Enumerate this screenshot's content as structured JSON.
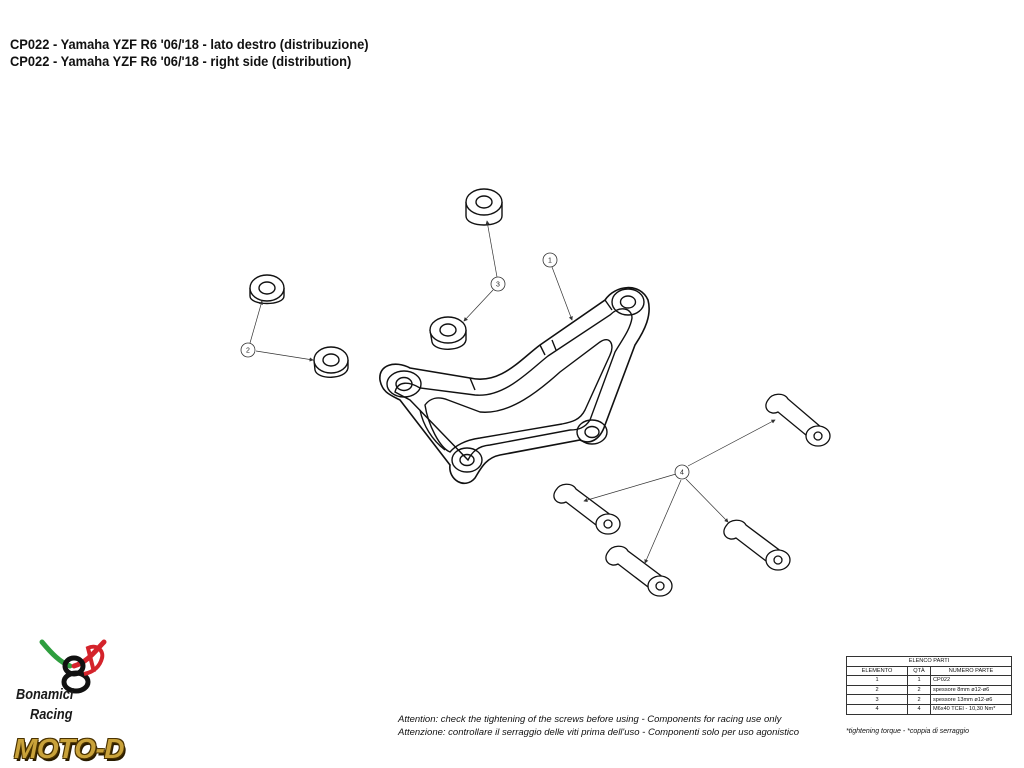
{
  "title": {
    "line1": "CP022 - Yamaha YZF R6 '06/'18 - lato destro (distribuzione)",
    "line2": "CP022 - Yamaha YZF R6 '06/'18 - right side (distribution)"
  },
  "callouts": [
    "1",
    "2",
    "3",
    "4"
  ],
  "parts_table": {
    "caption": "ELENCO PARTI",
    "headers": [
      "ELEMENTO",
      "QTÀ",
      "NUMERO PARTE"
    ],
    "rows": [
      [
        "1",
        "1",
        "CP022"
      ],
      [
        "2",
        "2",
        "spessore 8mm ø12-ø6"
      ],
      [
        "3",
        "2",
        "spessore 13mm ø12-ø6"
      ],
      [
        "4",
        "4",
        "M6x40 TCEI - 10,30 Nm*"
      ]
    ]
  },
  "torque_note": "*tightening torque - *coppia di serraggio",
  "attention": {
    "en": "Attention: check the tightening of the screws before using - Components for racing use only",
    "it": "Attenzione: controllare il serraggio delle viti prima dell'uso - Componenti solo per uso agonistico"
  },
  "brand": {
    "name": "Bonamici",
    "sub": "Racing",
    "partner": "MOTO-D",
    "colors": {
      "green": "#2e9e3e",
      "red": "#d4232b",
      "black": "#111111",
      "gold": "#c9a23a"
    }
  }
}
